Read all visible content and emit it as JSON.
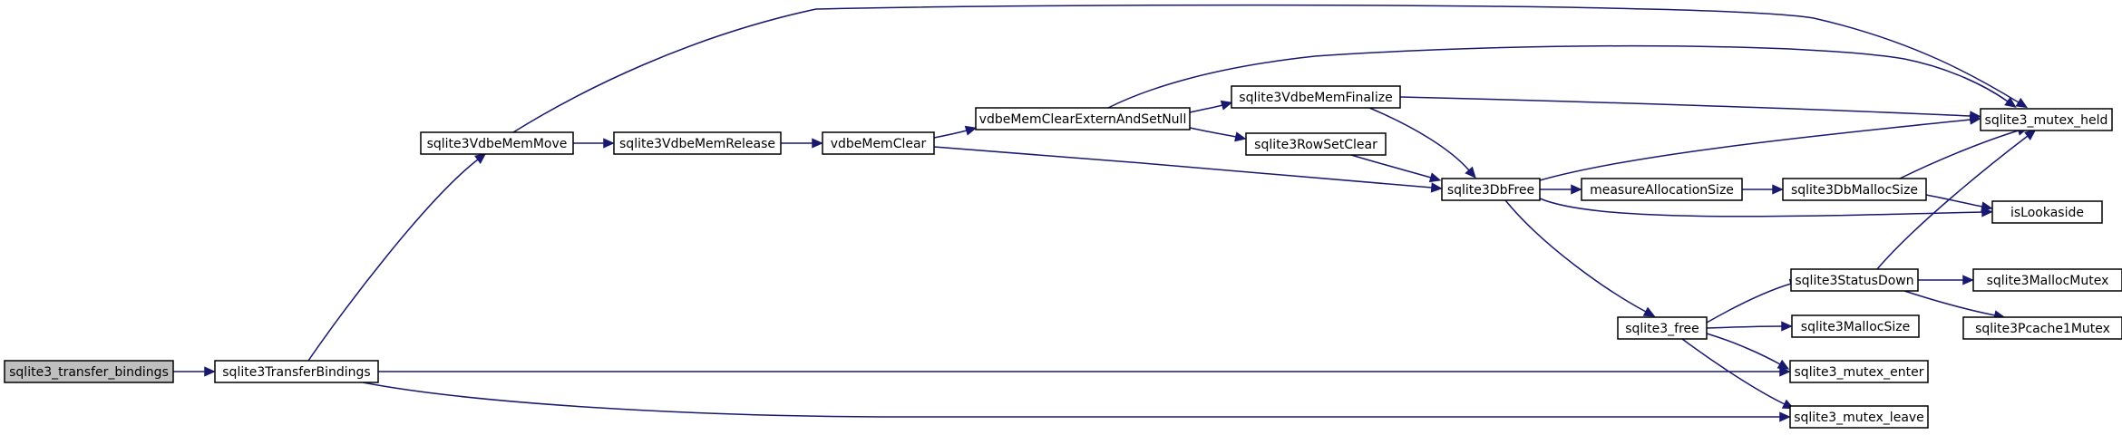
{
  "colors": {
    "node_fill": "#ffffff",
    "root_fill": "#bfbfbf",
    "node_border": "#000000",
    "edge": "#191970"
  },
  "nodes": [
    {
      "id": "n0",
      "label": "sqlite3_transfer_bindings",
      "root": true
    },
    {
      "id": "n1",
      "label": "sqlite3TransferBindings"
    },
    {
      "id": "n2",
      "label": "sqlite3VdbeMemMove"
    },
    {
      "id": "n3",
      "label": "sqlite3VdbeMemRelease"
    },
    {
      "id": "n4",
      "label": "vdbeMemClear"
    },
    {
      "id": "n5",
      "label": "vdbeMemClearExternAndSetNull"
    },
    {
      "id": "n6",
      "label": "sqlite3VdbeMemFinalize"
    },
    {
      "id": "n7",
      "label": "sqlite3RowSetClear"
    },
    {
      "id": "n8",
      "label": "sqlite3DbFree"
    },
    {
      "id": "n9",
      "label": "measureAllocationSize"
    },
    {
      "id": "n10",
      "label": "sqlite3DbMallocSize"
    },
    {
      "id": "n11",
      "label": "sqlite3_mutex_held"
    },
    {
      "id": "n12",
      "label": "isLookaside"
    },
    {
      "id": "n13",
      "label": "sqlite3_free"
    },
    {
      "id": "n14",
      "label": "sqlite3StatusDown"
    },
    {
      "id": "n15",
      "label": "sqlite3MallocMutex"
    },
    {
      "id": "n16",
      "label": "sqlite3Pcache1Mutex"
    },
    {
      "id": "n17",
      "label": "sqlite3MallocSize"
    },
    {
      "id": "n18",
      "label": "sqlite3_mutex_enter"
    },
    {
      "id": "n19",
      "label": "sqlite3_mutex_leave"
    }
  ],
  "edges": [
    {
      "from": "n0",
      "to": "n1"
    },
    {
      "from": "n1",
      "to": "n2"
    },
    {
      "from": "n1",
      "to": "n18"
    },
    {
      "from": "n1",
      "to": "n19"
    },
    {
      "from": "n2",
      "to": "n3"
    },
    {
      "from": "n2",
      "to": "n11"
    },
    {
      "from": "n3",
      "to": "n4"
    },
    {
      "from": "n4",
      "to": "n5"
    },
    {
      "from": "n4",
      "to": "n8"
    },
    {
      "from": "n5",
      "to": "n6"
    },
    {
      "from": "n5",
      "to": "n7"
    },
    {
      "from": "n5",
      "to": "n11"
    },
    {
      "from": "n6",
      "to": "n8"
    },
    {
      "from": "n6",
      "to": "n11"
    },
    {
      "from": "n7",
      "to": "n8"
    },
    {
      "from": "n8",
      "to": "n9"
    },
    {
      "from": "n8",
      "to": "n11"
    },
    {
      "from": "n8",
      "to": "n12"
    },
    {
      "from": "n8",
      "to": "n13"
    },
    {
      "from": "n9",
      "to": "n10"
    },
    {
      "from": "n10",
      "to": "n11"
    },
    {
      "from": "n10",
      "to": "n12"
    },
    {
      "from": "n13",
      "to": "n14"
    },
    {
      "from": "n13",
      "to": "n17"
    },
    {
      "from": "n13",
      "to": "n18"
    },
    {
      "from": "n13",
      "to": "n19"
    },
    {
      "from": "n14",
      "to": "n11"
    },
    {
      "from": "n14",
      "to": "n15"
    },
    {
      "from": "n14",
      "to": "n16"
    }
  ]
}
